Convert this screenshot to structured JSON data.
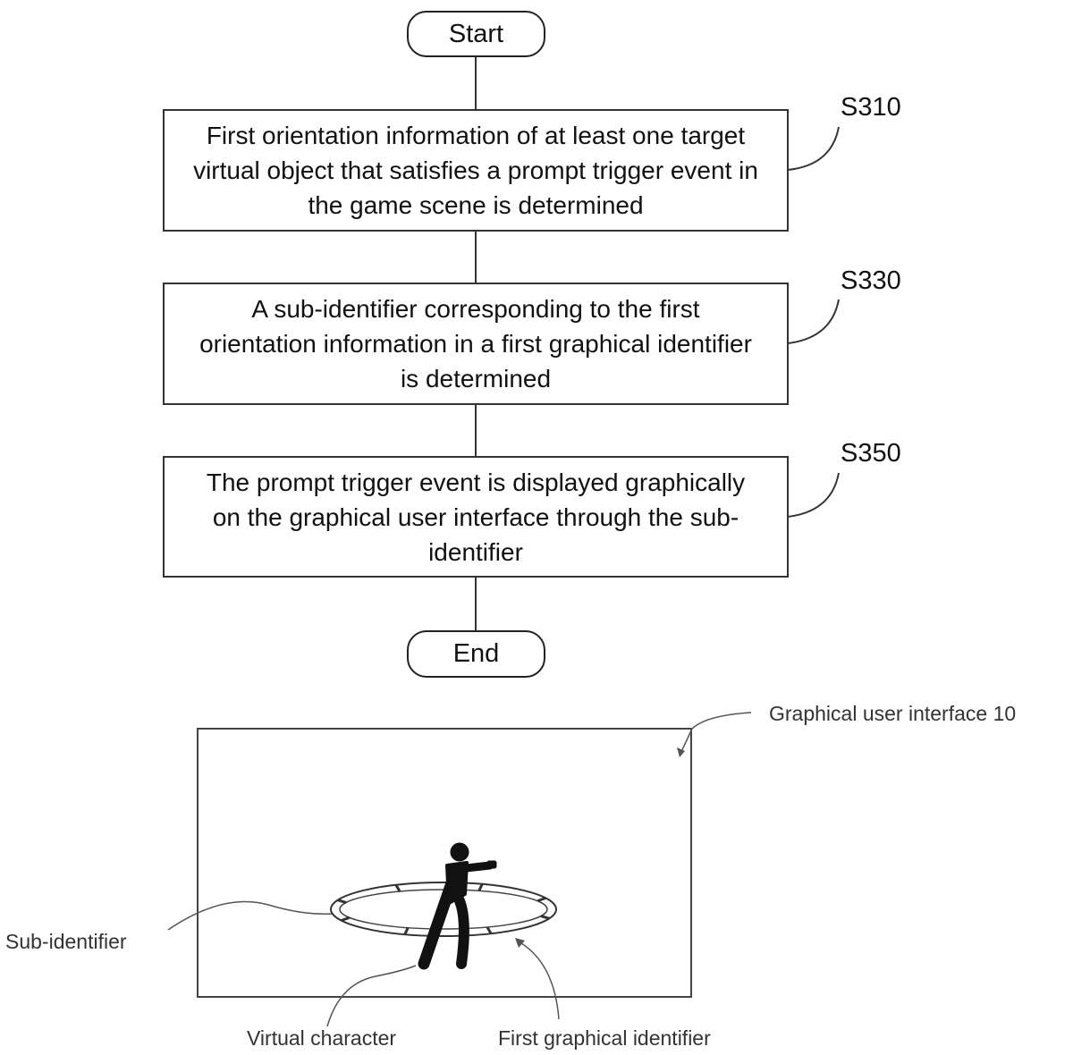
{
  "flowchart": {
    "start_label": "Start",
    "end_label": "End",
    "steps": [
      {
        "id": "S310",
        "text": "First orientation information of at least one target virtual object that satisfies a prompt trigger event in the game scene is determined"
      },
      {
        "id": "S330",
        "text": "A sub-identifier corresponding to the first orientation information in a first graphical identifier is determined"
      },
      {
        "id": "S350",
        "text": "The prompt trigger event is displayed graphically on the graphical user interface through the sub-identifier"
      }
    ]
  },
  "illustration": {
    "gui_label": "Graphical user interface 10",
    "sub_identifier_label": "Sub-identifier",
    "virtual_character_label": "Virtual character",
    "first_graphical_identifier_label": "First graphical identifier",
    "sub_identifier_segments": 8
  }
}
